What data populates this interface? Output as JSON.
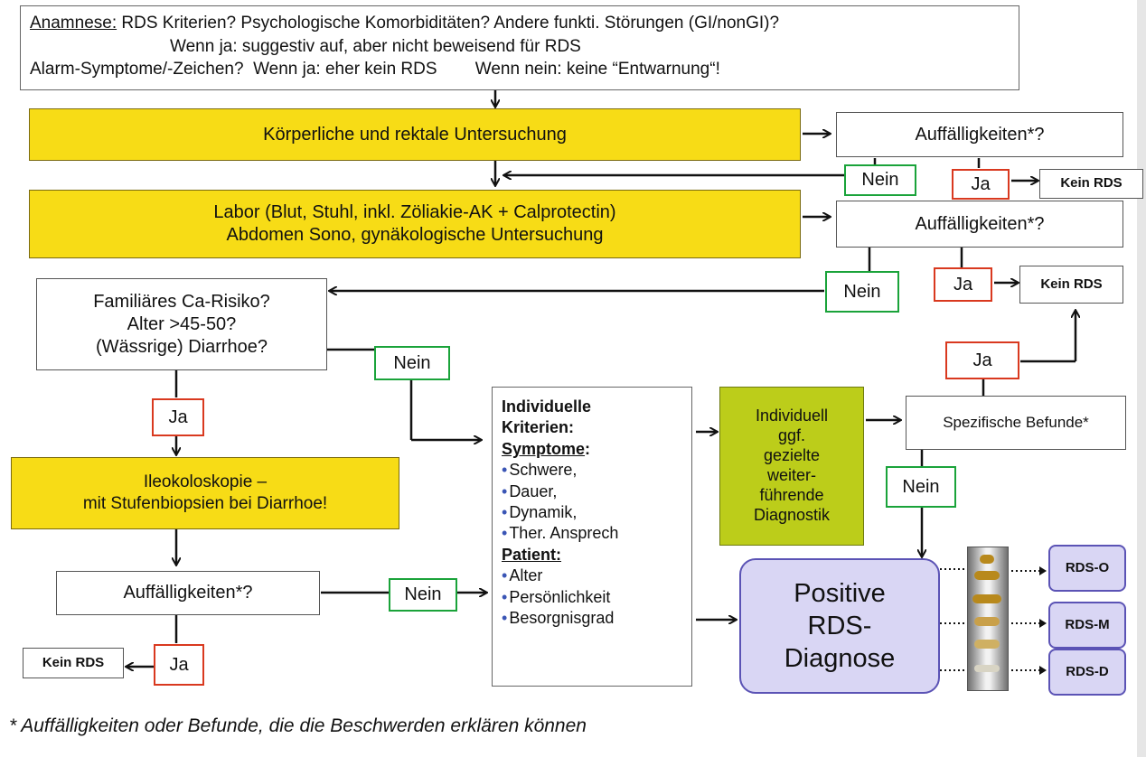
{
  "anamnese": {
    "label": "Anamnese:",
    "line1_rest": " RDS Kriterien?  Psychologische Komorbiditäten? Andere funkti. Störungen (GI/nonGI)?",
    "line2": "Wenn ja: suggestiv auf, aber nicht beweisend für RDS",
    "line3": "Alarm-Symptome/-Zeichen?  Wenn ja: eher kein RDS        Wenn nein: keine “Entwarnung“!"
  },
  "step1": {
    "text": "Körperliche und rektale Untersuchung"
  },
  "step2": {
    "line1": "Labor (Blut, Stuhl, inkl. Zöliakie-AK + Calprotectin)",
    "line2": "Abdomen Sono, gynäkologische Untersuchung"
  },
  "question_findings": "Auffälligkeiten*?",
  "no_label": "Nein",
  "yes_label": "Ja",
  "no_ibs": "Kein RDS",
  "risk": {
    "line1": "Familiäres Ca-Risiko?",
    "line2": "Alter >45-50?",
    "line3": "(Wässrige) Diarrhoe?"
  },
  "colonoscopy": {
    "line1": "Ileokoloskopie –",
    "line2": "mit Stufenbiopsien bei Diarrhoe!"
  },
  "criteria": {
    "title1": "Individuelle",
    "title2": "Kriterien:",
    "symptoms_heading": "Symptome",
    "symptoms_colon": ":",
    "symptoms": [
      "Schwere,",
      "Dauer,",
      "Dynamik,",
      "Ther. Ansprech"
    ],
    "patient_heading": "Patient:",
    "patient": [
      "Alter",
      "Persönlichkeit",
      "Besorgnisgrad"
    ]
  },
  "further_diag": {
    "l1": "Individuell",
    "l2": "ggf.",
    "l3": "gezielte",
    "l4": "weiter-",
    "l5": "führende",
    "l6": "Diagnostik"
  },
  "specific_findings": "Spezifische Befunde*",
  "positive": {
    "l1": "Positive",
    "l2": "RDS-",
    "l3": "Diagnose"
  },
  "subtypes": [
    "RDS-O",
    "RDS-M",
    "RDS-D"
  ],
  "footnote": "* Auffälligkeiten oder Befunde, die die Beschwerden erklären können",
  "colors": {
    "yellow": "#f7dc16",
    "olive": "#bccd1a",
    "lavender": "#d9d6f4",
    "green": "#1aa33a",
    "red": "#d9391f"
  }
}
